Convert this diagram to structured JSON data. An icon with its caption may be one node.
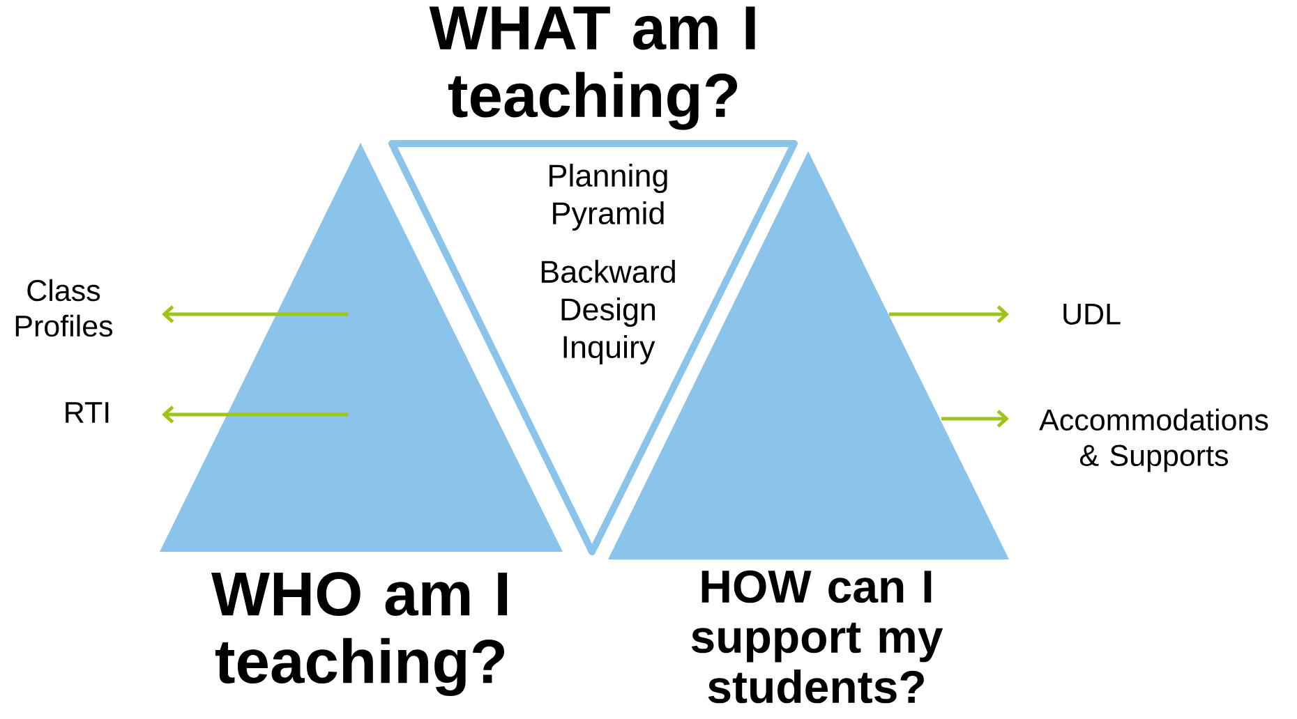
{
  "diagram": {
    "nodes": [
      {
        "text": [
          "WHO am I teaching?"
        ]
      },
      {
        "text": [
          "WHAT am I teaching?",
          "Planning Pyramid",
          "Backward Design Inquiry"
        ]
      },
      {
        "text": [
          "HOW can I support my students?"
        ]
      },
      {
        "text": [
          "Class Profiles"
        ]
      },
      {
        "text": [
          "RTI"
        ]
      },
      {
        "text": [
          "UDL"
        ]
      },
      {
        "text": [
          "Accommodations & Supports"
        ]
      }
    ],
    "edges": [
      {
        "from": 0,
        "to": 3,
        "arrow": "to"
      },
      {
        "from": 0,
        "to": 4,
        "arrow": "to"
      },
      {
        "from": 2,
        "to": 5,
        "arrow": "to"
      },
      {
        "from": 2,
        "to": 6,
        "arrow": "to"
      }
    ]
  }
}
